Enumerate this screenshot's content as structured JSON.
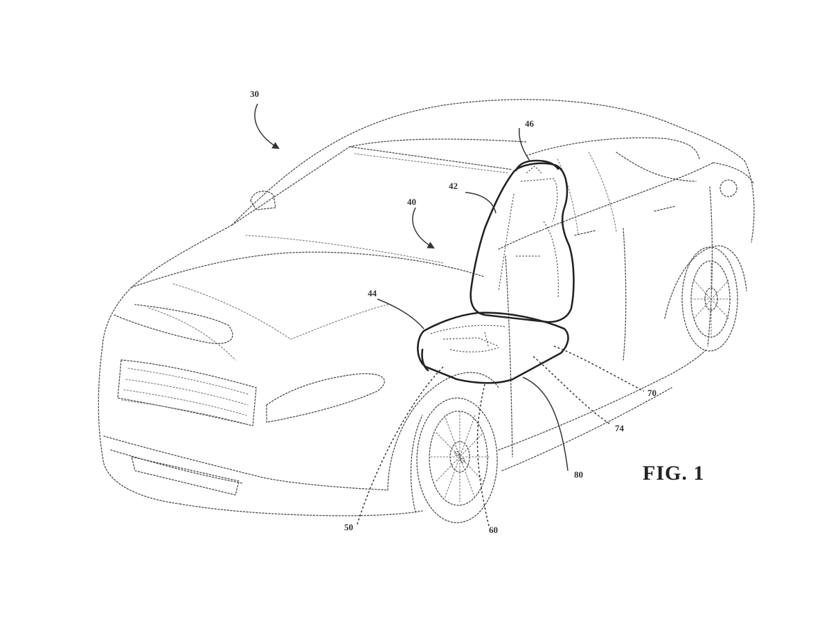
{
  "figure": {
    "caption": "FIG. 1"
  },
  "references": {
    "vehicle": "30",
    "seat_assembly": "40",
    "seat_back": "42",
    "seat_cushion": "44",
    "headrest": "46",
    "base": "50",
    "component_60": "60",
    "component_70": "70",
    "component_74": "74",
    "component_80": "80"
  },
  "colors": {
    "line": "#4a4a4a",
    "seat_line": "#222222",
    "background": "#ffffff"
  }
}
